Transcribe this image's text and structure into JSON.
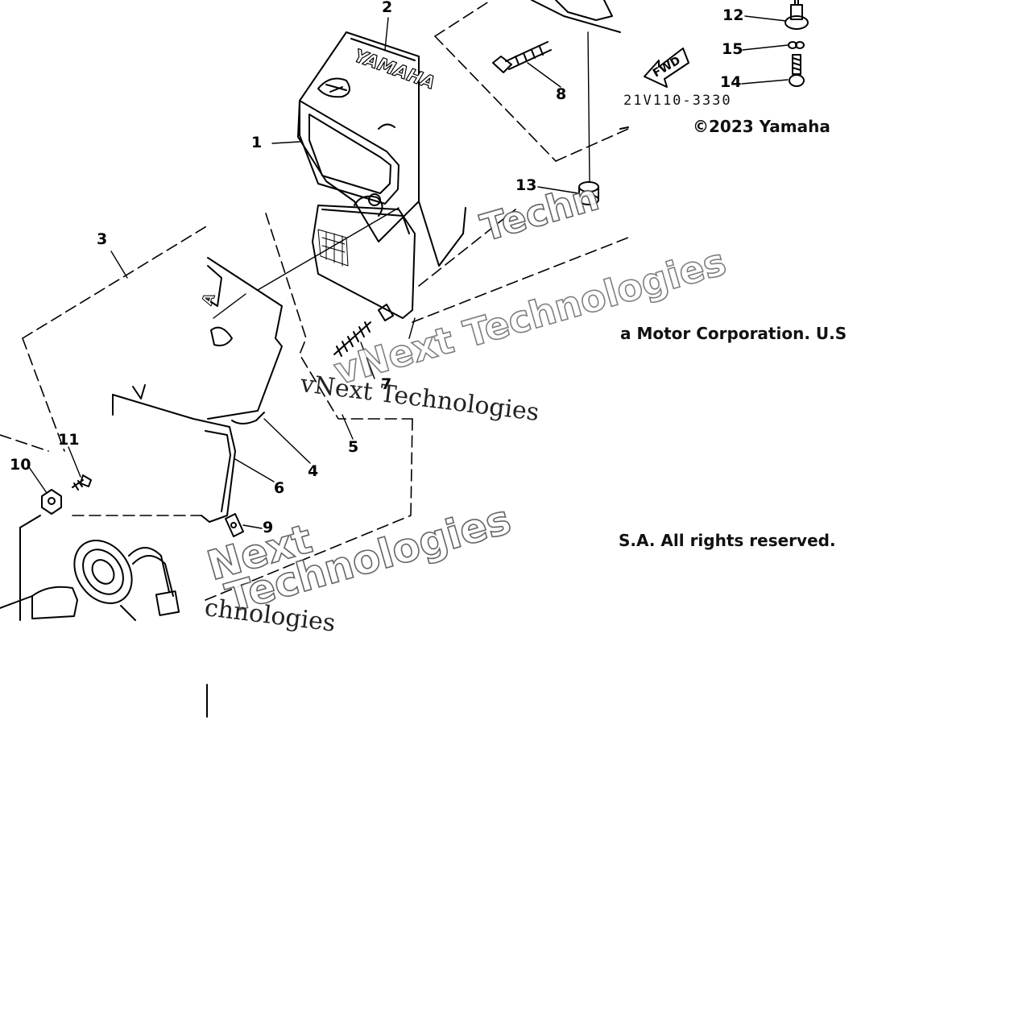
{
  "diagram": {
    "code": "21V110-3330",
    "copyright_top": "©2023 Yamaha",
    "copyright_mid": "a Motor Corporation. U.S",
    "copyright_bottom": "S.A. All rights reserved.",
    "brand_lettering": "YAMAHA",
    "fwd_arrow": "FWD",
    "watermarks": [
      "Techn",
      "vNext Technologies",
      "vNext Technologies",
      "Next",
      "Technologies",
      "chnologies"
    ],
    "callouts": [
      "1",
      "2",
      "3",
      "4",
      "5",
      "6",
      "7",
      "8",
      "9",
      "10",
      "11",
      "12",
      "13",
      "14",
      "15"
    ]
  }
}
